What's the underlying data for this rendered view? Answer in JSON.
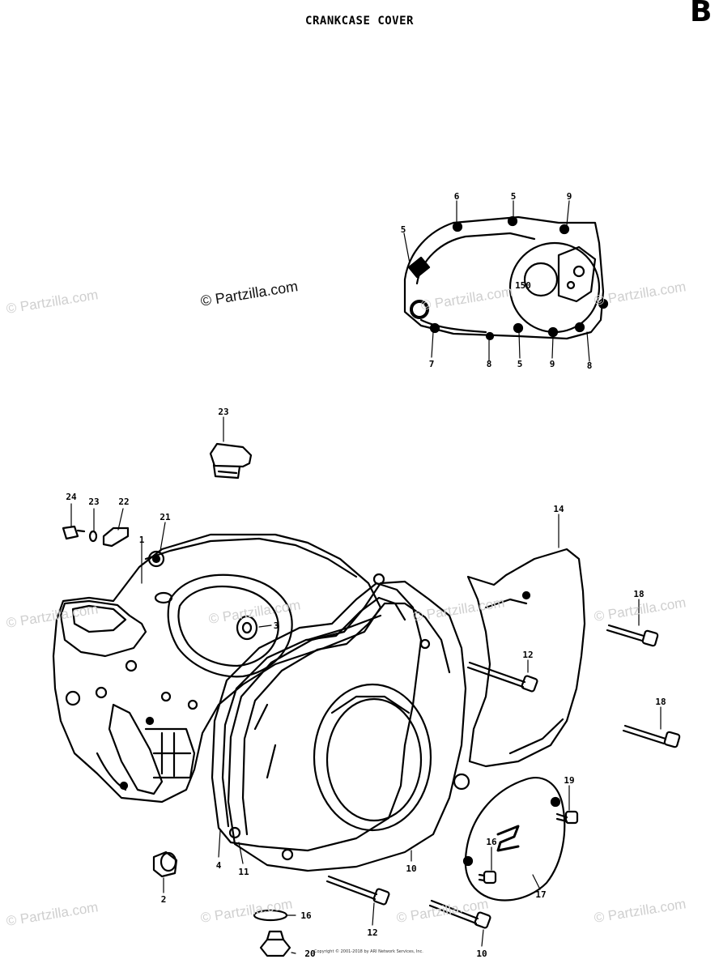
{
  "title": "CRANKCASE COVER",
  "corner_letter": "B",
  "watermarks": {
    "main": "© Partzilla.com",
    "repeat": "© Partzilla.com"
  },
  "copyright_line": "Copyright © 2001-2018 by ARI Network Services, Inc.",
  "callouts": {
    "c1": "1",
    "c2": "2",
    "c3": "3",
    "c4": "4",
    "c5a": "5",
    "c5b": "5",
    "c5c": "5",
    "c6a": "6",
    "c7a": "7",
    "c8a": "8",
    "c8b": "8",
    "c9a": "9",
    "c9b": "9",
    "c10a": "10",
    "c10b": "10",
    "c11": "11",
    "c12a": "12",
    "c12b": "12",
    "c14": "14",
    "c16a": "16",
    "c16b": "16",
    "c17": "17",
    "c18a": "18",
    "c18b": "18",
    "c19": "19",
    "c20": "20",
    "c21": "21",
    "c22": "22",
    "c23a": "23",
    "c23b": "23",
    "c24": "24"
  },
  "inset_mark": "150"
}
